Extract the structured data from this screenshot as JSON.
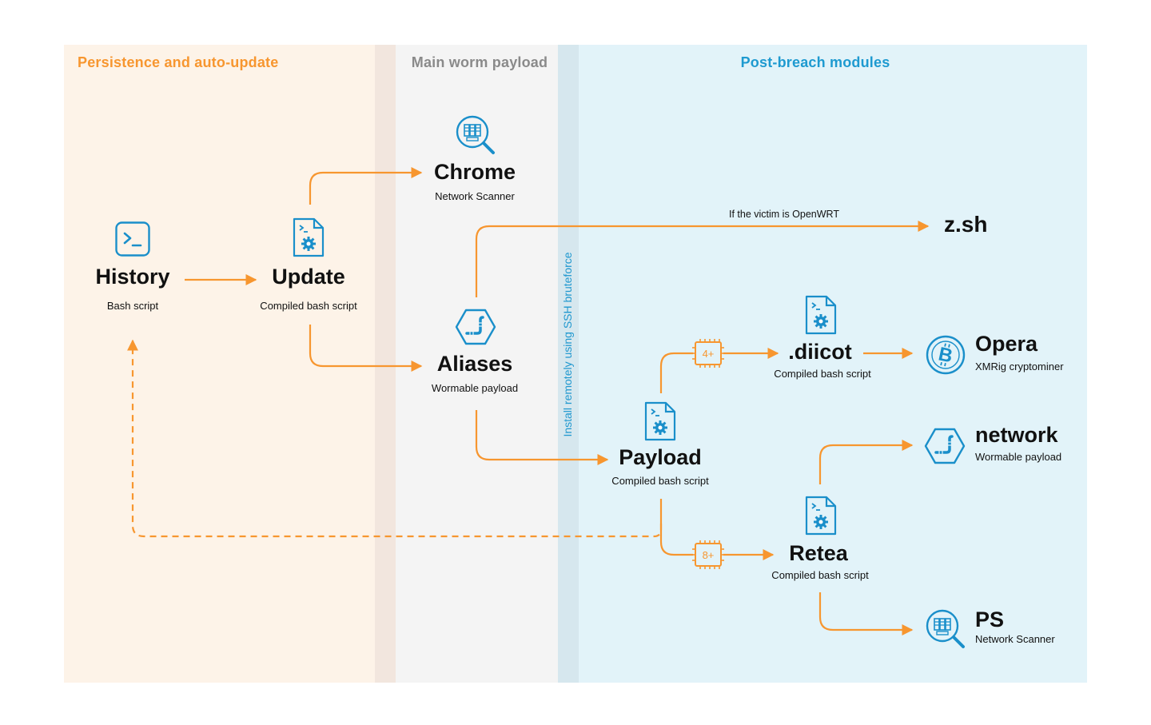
{
  "colors": {
    "orange": "#f7962f",
    "blue": "#1a8fca",
    "panel_persistence": "#fdf3e8",
    "panel_persistence_edge": "#f2e6de",
    "panel_main": "#f4f4f4",
    "panel_post": "#e2f3f9",
    "panel_post_edge": "#d6e7ee",
    "title_persistence": "#f7962f",
    "title_main": "#8a8a8a",
    "title_post": "#1e9ad0"
  },
  "sections": {
    "persistence": "Persistence and auto-update",
    "main_worm": "Main worm payload",
    "post_breach": "Post-breach modules"
  },
  "vertical_label": "Install remotely using SSH bruteforce",
  "edge_labels": {
    "openwrt": "If the victim is OpenWRT"
  },
  "nodes": {
    "history": {
      "name": "History",
      "sub": "Bash script",
      "icon": "terminal-icon"
    },
    "update": {
      "name": "Update",
      "sub": "Compiled bash script",
      "icon": "script-gear-icon"
    },
    "chrome": {
      "name": "Chrome",
      "sub": "Network Scanner",
      "icon": "network-scanner-icon"
    },
    "aliases": {
      "name": "Aliases",
      "sub": "Wormable payload",
      "icon": "worm-icon"
    },
    "zsh": {
      "name": "z.sh",
      "sub": ""
    },
    "diicot": {
      "name": ".diicot",
      "sub": "Compiled bash script",
      "icon": "script-gear-icon"
    },
    "opera": {
      "name": "Opera",
      "sub": "XMRig cryptominer",
      "icon": "bitcoin-icon"
    },
    "payload": {
      "name": "Payload",
      "sub": "Compiled bash script",
      "icon": "script-gear-icon"
    },
    "network": {
      "name": "network",
      "sub": "Wormable payload",
      "icon": "worm-icon"
    },
    "retea": {
      "name": "Retea",
      "sub": "Compiled bash script",
      "icon": "script-gear-icon"
    },
    "ps": {
      "name": "PS",
      "sub": "Network Scanner",
      "icon": "network-scanner-icon"
    }
  },
  "chips": {
    "four_plus": "4+",
    "eight_plus": "8+"
  }
}
